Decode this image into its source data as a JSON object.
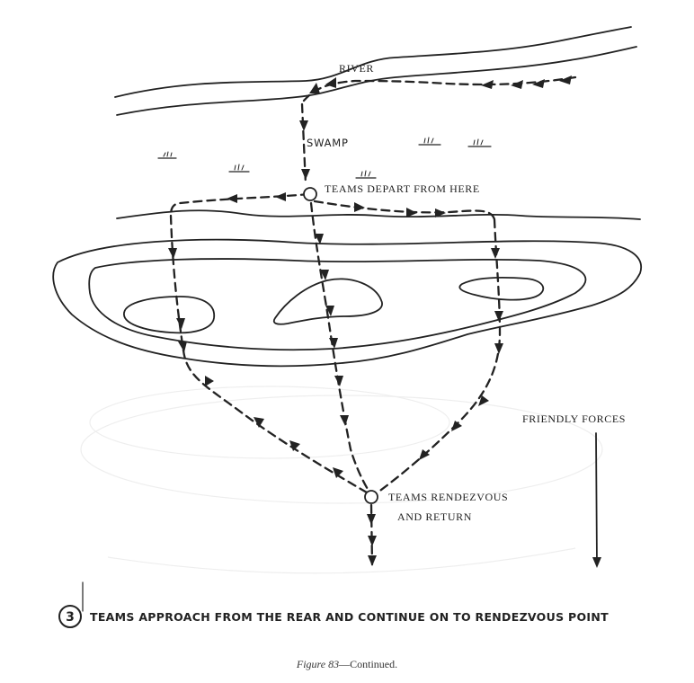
{
  "labels": {
    "river": "RIVER",
    "swamp": "SWAMP",
    "depart": "TEAMS DEPART FROM HERE",
    "rendezvous_line1": "TEAMS RENDEZVOUS",
    "rendezvous_line2": "AND RETURN",
    "friendly_forces": "FRIENDLY FORCES"
  },
  "caption": {
    "step_number": "3",
    "text": "TEAMS APPROACH FROM THE REAR AND CONTINUE ON TO RENDEZVOUS POINT"
  },
  "figure_caption": {
    "figure_label": "Figure 83",
    "suffix": "—Continued."
  }
}
